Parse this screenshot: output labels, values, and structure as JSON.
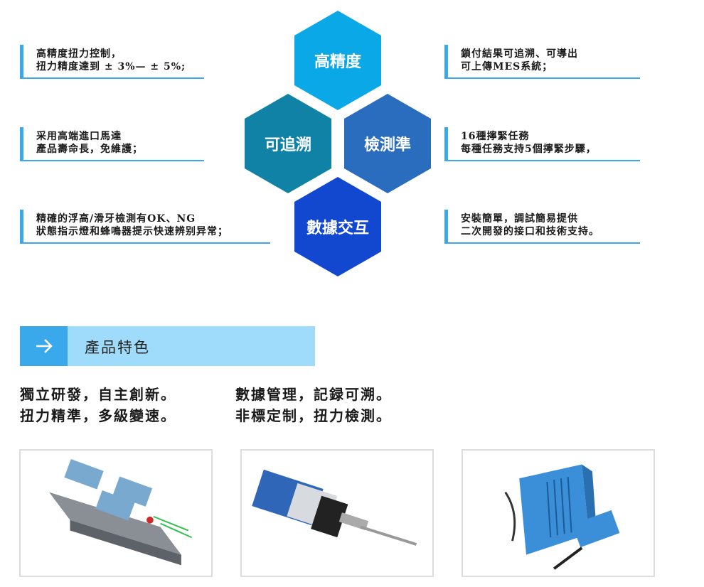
{
  "hexagons": [
    {
      "label": "高精度",
      "color": "#0aa8e6"
    },
    {
      "label": "可追溯",
      "color": "#0f82a6"
    },
    {
      "label": "檢測準",
      "color": "#2a6cbd"
    },
    {
      "label": "數據交互",
      "color": "#1248cf"
    }
  ],
  "notes_left": [
    {
      "line1": "高精度扭力控制，",
      "line2": "扭力精度達到 ± 3%— ± 5%;"
    },
    {
      "line1": "采用高端進口馬達",
      "line2": "產品壽命長，免維護；"
    },
    {
      "line1": "精確的浮高/滑牙檢測有OK、NG",
      "line2": "狀態指示燈和蜂鳴器提示快速辨别异常；"
    }
  ],
  "notes_right": [
    {
      "line1": "鎖付結果可追溯、可導出",
      "line2": "可上傳MES系統；"
    },
    {
      "line1": "16種擰緊任務",
      "line2": "每種任務支持5個擰緊步驟，"
    },
    {
      "line1": "安裝簡單，調試簡易提供",
      "line2": "二次開發的接口和技術支持。"
    }
  ],
  "section": {
    "title": "產品特色",
    "icon": "arrow-right-icon",
    "accent": "#3aa9ec",
    "bg": "#9fdcfb"
  },
  "features": {
    "col1": [
      "獨立研發，自主創新。",
      "扭力精準，多級變速。"
    ],
    "col2": [
      "數據管理，記録可溯。",
      "非標定制，扭力檢測。"
    ]
  }
}
